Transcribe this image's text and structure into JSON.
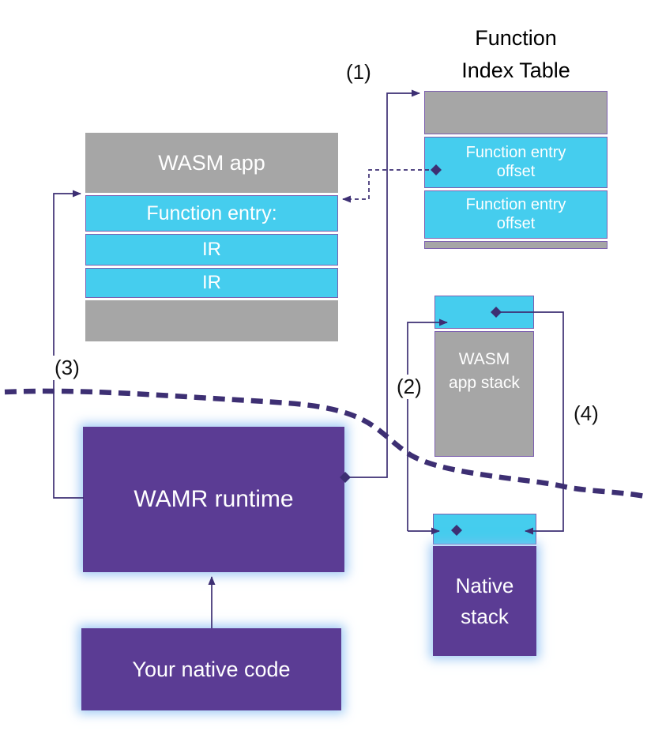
{
  "labels": {
    "fit_title": "Function\nIndex Table",
    "step1": "(1)",
    "step2": "(2)",
    "step3": "(3)",
    "step4": "(4)"
  },
  "function_index_table": {
    "rows": [
      "Function entry\noffset",
      "Function entry\noffset"
    ]
  },
  "wasm_app": {
    "header": "WASM app",
    "function_entry": "Function entry:",
    "ir_rows": [
      "IR",
      "IR"
    ]
  },
  "stacks": {
    "wasm_app_stack": "WASM\napp stack",
    "native_stack": "Native\nstack"
  },
  "runtime": {
    "wamr": "WAMR runtime",
    "native_code": "Your native code"
  },
  "colors": {
    "gray": "#A6A6A6",
    "cyan": "#45CDEE",
    "purple": "#5B3C94",
    "line": "#3D2F73"
  }
}
